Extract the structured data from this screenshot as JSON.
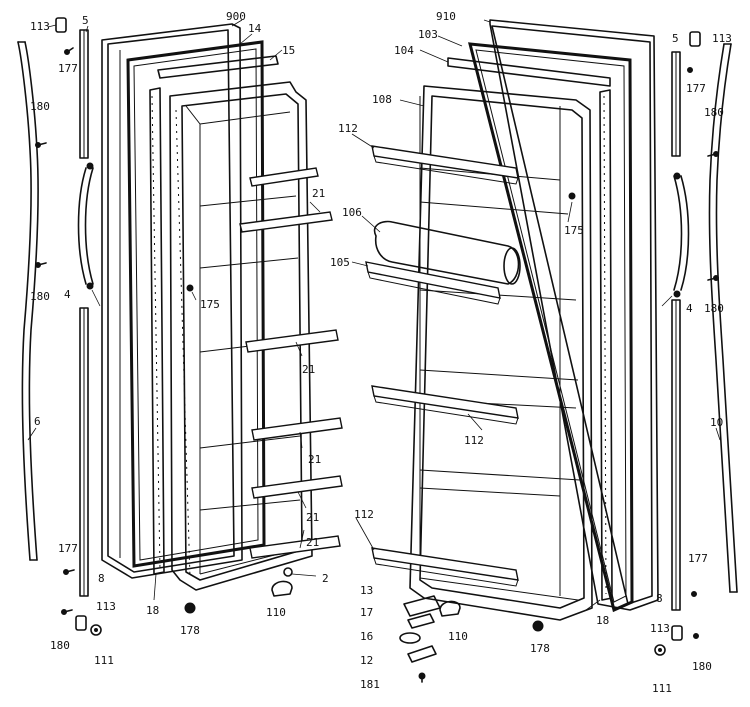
{
  "labels": {
    "l113a": "113",
    "l5a": "5",
    "l177a": "177",
    "l180a": "180",
    "l180b": "180",
    "l4a": "4",
    "l6": "6",
    "l177b": "177",
    "l8a": "8",
    "l113b": "113",
    "l180c": "180",
    "l111a": "111",
    "l900": "900",
    "l14": "14",
    "l15": "15",
    "l175a": "175",
    "l21a": "21",
    "l21b": "21",
    "l21c": "21",
    "l21d": "21",
    "l21e": "21",
    "l18a": "18",
    "l178a": "178",
    "l110a": "110",
    "l2": "2",
    "l910": "910",
    "l103": "103",
    "l104": "104",
    "l108": "108",
    "l112a": "112",
    "l106": "106",
    "l105": "105",
    "l175b": "175",
    "l112b": "112",
    "l112c": "112",
    "l13": "13",
    "l17": "17",
    "l16": "16",
    "l12": "12",
    "l181": "181",
    "l110b": "110",
    "l178b": "178",
    "l18b": "18",
    "l5b": "5",
    "l113c": "113",
    "l177c": "177",
    "l180d": "180",
    "l180e": "180",
    "l4b": "4",
    "l10": "10",
    "l177d": "177",
    "l8b": "8",
    "l113d": "113",
    "l180f": "180",
    "l111b": "111"
  }
}
